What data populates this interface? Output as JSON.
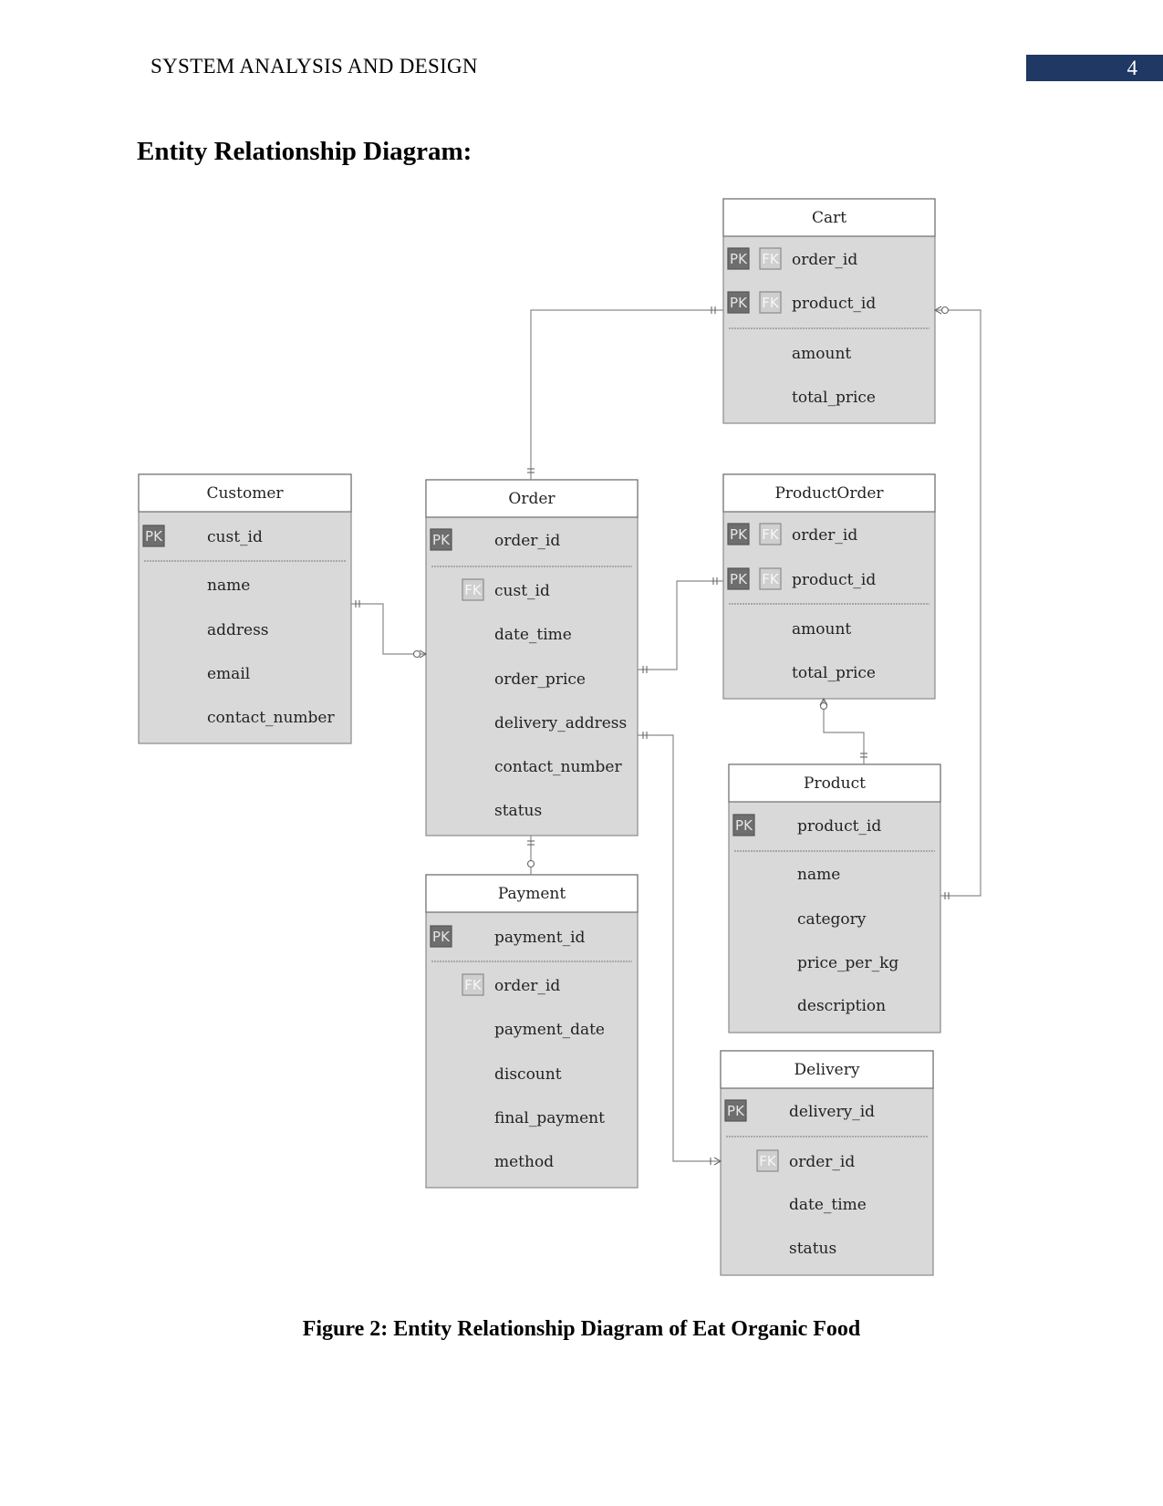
{
  "header": {
    "title": "SYSTEM ANALYSIS AND DESIGN",
    "page_number": "4"
  },
  "section_heading": "Entity Relationship Diagram:",
  "caption": "Figure 2: Entity Relationship Diagram of Eat Organic Food",
  "diagram": {
    "entities": [
      {
        "id": "cart",
        "name": "Cart",
        "fields": [
          {
            "name": "order_id",
            "keys": [
              "PK",
              "FK"
            ]
          },
          {
            "name": "product_id",
            "keys": [
              "PK",
              "FK"
            ]
          },
          {
            "separator": true
          },
          {
            "name": "amount",
            "keys": []
          },
          {
            "name": "total_price",
            "keys": []
          }
        ]
      },
      {
        "id": "customer",
        "name": "Customer",
        "fields": [
          {
            "name": "cust_id",
            "keys": [
              "PK"
            ]
          },
          {
            "separator": true
          },
          {
            "name": "name",
            "keys": []
          },
          {
            "name": "address",
            "keys": []
          },
          {
            "name": "email",
            "keys": []
          },
          {
            "name": "contact_number",
            "keys": []
          }
        ]
      },
      {
        "id": "order",
        "name": "Order",
        "fields": [
          {
            "name": "order_id",
            "keys": [
              "PK"
            ]
          },
          {
            "separator": true
          },
          {
            "name": "cust_id",
            "keys": [
              "FK"
            ]
          },
          {
            "name": "date_time",
            "keys": []
          },
          {
            "name": "order_price",
            "keys": []
          },
          {
            "name": "delivery_address",
            "keys": []
          },
          {
            "name": "contact_number",
            "keys": []
          },
          {
            "name": "status",
            "keys": []
          }
        ]
      },
      {
        "id": "productorder",
        "name": "ProductOrder",
        "fields": [
          {
            "name": "order_id",
            "keys": [
              "PK",
              "FK"
            ]
          },
          {
            "name": "product_id",
            "keys": [
              "PK",
              "FK"
            ]
          },
          {
            "separator": true
          },
          {
            "name": "amount",
            "keys": []
          },
          {
            "name": "total_price",
            "keys": []
          }
        ]
      },
      {
        "id": "product",
        "name": "Product",
        "fields": [
          {
            "name": "product_id",
            "keys": [
              "PK"
            ]
          },
          {
            "separator": true
          },
          {
            "name": "name",
            "keys": []
          },
          {
            "name": "category",
            "keys": []
          },
          {
            "name": "price_per_kg",
            "keys": []
          },
          {
            "name": "description",
            "keys": []
          }
        ]
      },
      {
        "id": "payment",
        "name": "Payment",
        "fields": [
          {
            "name": "payment_id",
            "keys": [
              "PK"
            ]
          },
          {
            "separator": true
          },
          {
            "name": "order_id",
            "keys": [
              "FK"
            ]
          },
          {
            "name": "payment_date",
            "keys": []
          },
          {
            "name": "discount",
            "keys": []
          },
          {
            "name": "final_payment",
            "keys": []
          },
          {
            "name": "method",
            "keys": []
          }
        ]
      },
      {
        "id": "delivery",
        "name": "Delivery",
        "fields": [
          {
            "name": "delivery_id",
            "keys": [
              "PK"
            ]
          },
          {
            "separator": true
          },
          {
            "name": "order_id",
            "keys": [
              "FK"
            ]
          },
          {
            "name": "date_time",
            "keys": []
          },
          {
            "name": "status",
            "keys": []
          }
        ]
      }
    ],
    "relationships": [
      {
        "from": "order",
        "to": "cart",
        "from_end": "one",
        "to_end": "one"
      },
      {
        "from": "customer",
        "to": "order",
        "from_end": "one",
        "to_end": "zero-or-many"
      },
      {
        "from": "order",
        "to": "productorder",
        "from_end": "one",
        "to_end": "one"
      },
      {
        "from": "productorder",
        "to": "product",
        "from_end": "zero-or-many",
        "to_end": "one"
      },
      {
        "from": "product",
        "to": "cart",
        "from_end": "one",
        "to_end": "zero-or-many"
      },
      {
        "from": "order",
        "to": "payment",
        "from_end": "one",
        "to_end": "zero-or-one"
      },
      {
        "from": "order",
        "to": "delivery",
        "from_end": "one",
        "to_end": "one-or-many"
      }
    ]
  }
}
